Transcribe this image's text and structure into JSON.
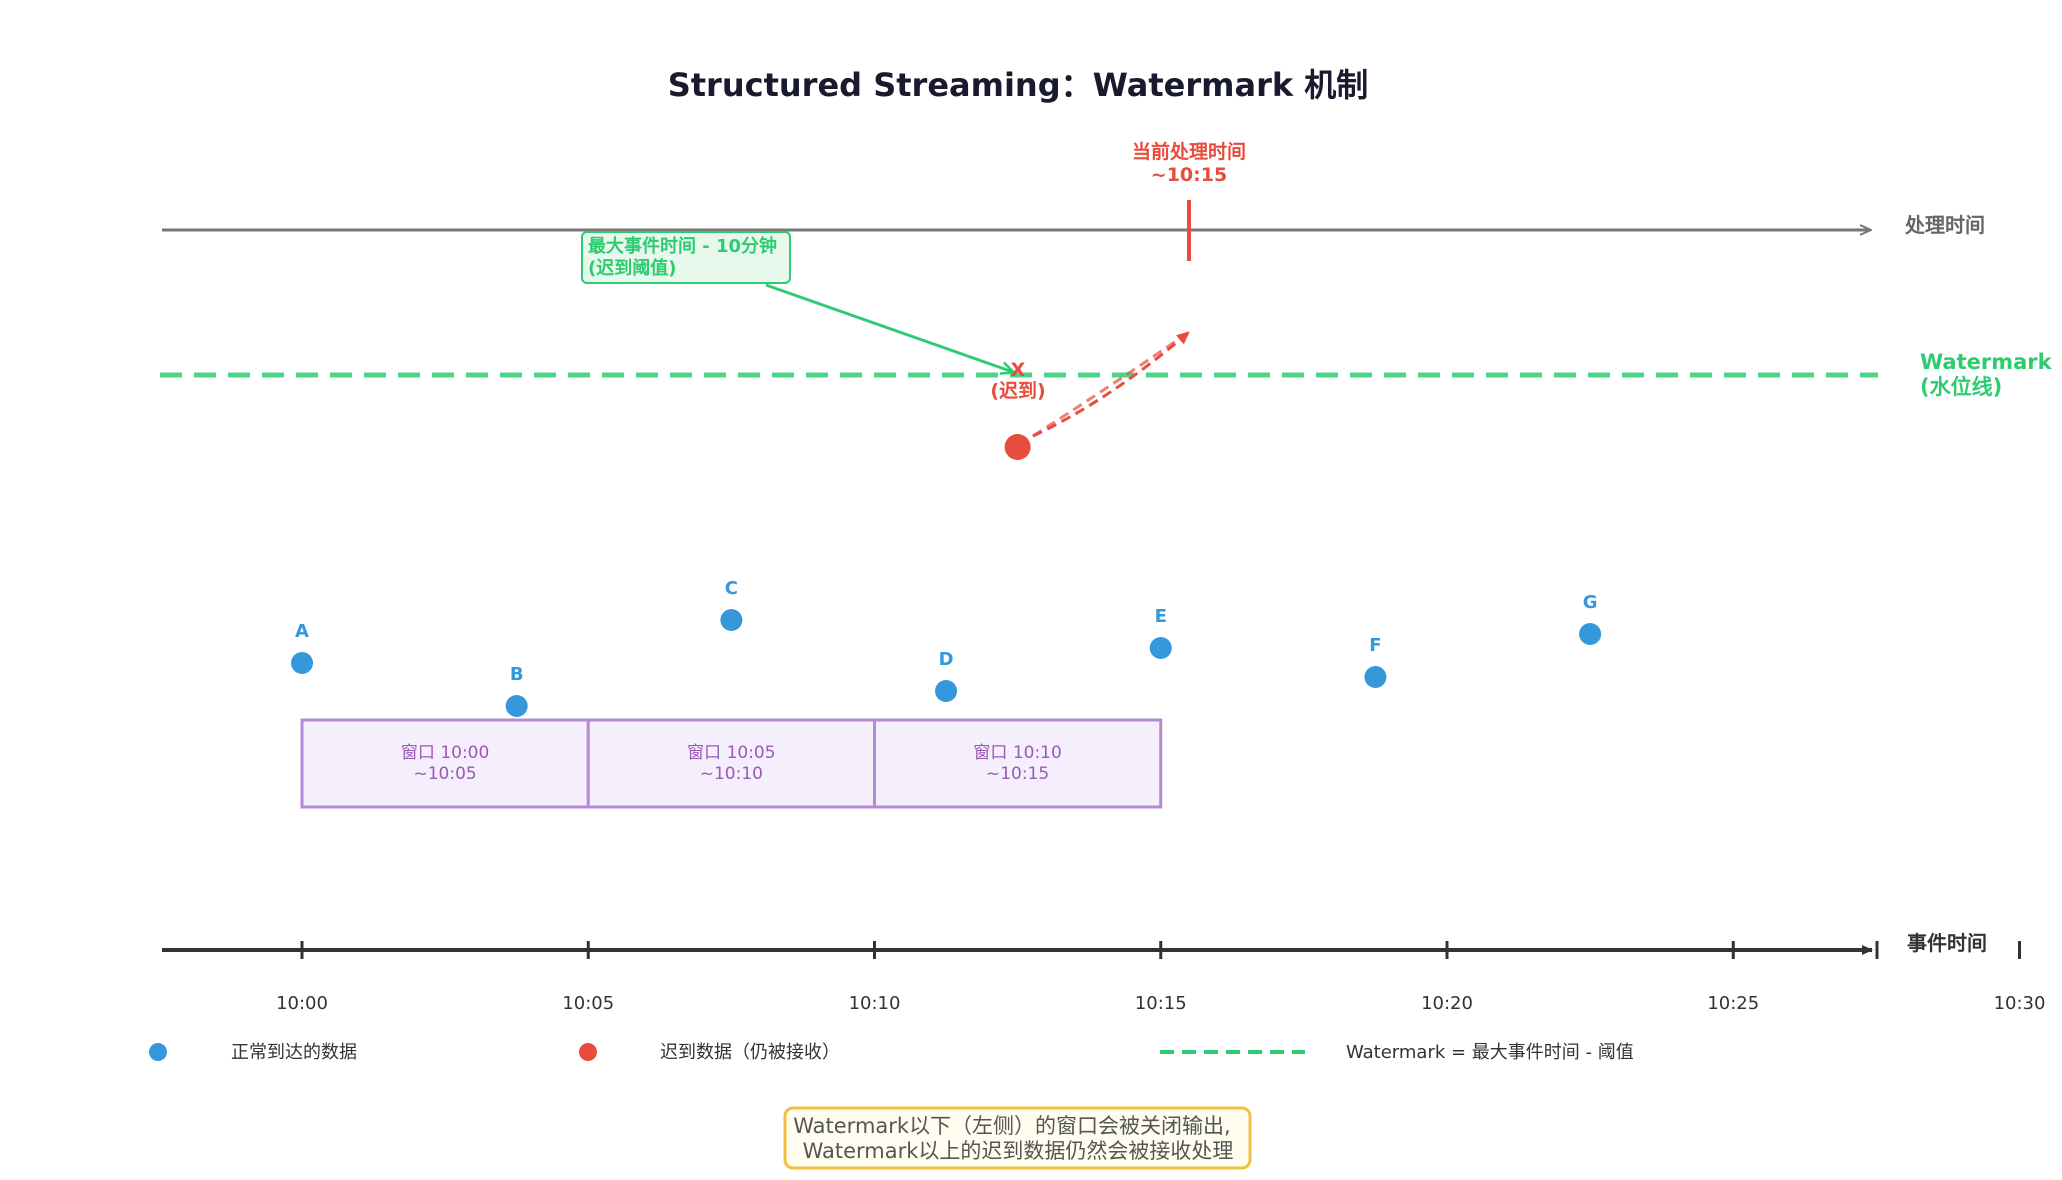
{
  "title": "Structured Streaming：Watermark 机制",
  "processing_axis": {
    "label": "处理时间"
  },
  "event_axis": {
    "label": "事件时间",
    "ticks": [
      "10:00",
      "10:05",
      "10:10",
      "10:15",
      "10:20",
      "10:25",
      "10:30"
    ]
  },
  "current_time": {
    "line1": "当前处理时间",
    "line2": "~10:15"
  },
  "watermark": {
    "line1": "Watermark",
    "line2": "(水位线)"
  },
  "threshold_box": {
    "line1": "最大事件时间 - 10分钟",
    "line2": "(迟到阈值)"
  },
  "late_marker": {
    "x_mark": "X",
    "label": "(迟到)"
  },
  "points": [
    {
      "name": "A",
      "event_time_min": 0
    },
    {
      "name": "B",
      "event_time_min": 3.75
    },
    {
      "name": "C",
      "event_time_min": 7.5
    },
    {
      "name": "D",
      "event_time_min": 11.25
    },
    {
      "name": "E",
      "event_time_min": 15
    },
    {
      "name": "F",
      "event_time_min": 18.75
    },
    {
      "name": "G",
      "event_time_min": 22.5
    }
  ],
  "late_point": {
    "event_time_min": 12.5
  },
  "windows": [
    {
      "line1": "窗口 10:00",
      "line2": "~10:05",
      "start_min": 0,
      "end_min": 5
    },
    {
      "line1": "窗口 10:05",
      "line2": "~10:10",
      "start_min": 5,
      "end_min": 10
    },
    {
      "line1": "窗口 10:10",
      "line2": "~10:15",
      "start_min": 10,
      "end_min": 15
    }
  ],
  "legend": {
    "normal": "正常到达的数据",
    "late": "迟到数据（仍被接收）",
    "watermark": "Watermark = 最大事件时间 - 阈值"
  },
  "note": {
    "line1": "Watermark以下（左侧）的窗口会被关闭输出,",
    "line2": "Watermark以上的迟到数据仍然会被接收处理"
  },
  "colors": {
    "normal": "#3498db",
    "late": "#e74c3c",
    "watermark": "#2ecc71",
    "window_fill": "#f5eefc",
    "window_stroke": "#b48bd4",
    "axis": "#333333",
    "processing_axis": "#777777",
    "note_fill": "#fffdf0",
    "note_stroke": "#f0c040"
  }
}
